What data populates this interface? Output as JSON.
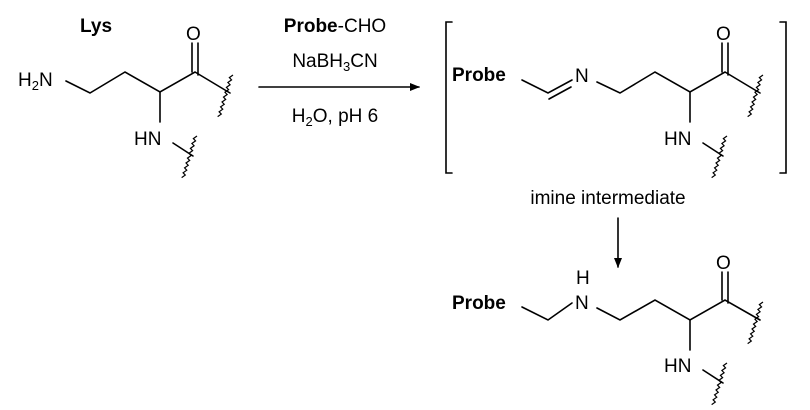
{
  "reactant": {
    "title": "Lys",
    "amine": {
      "main": "H",
      "sub": "2",
      "rest": "N"
    },
    "oxygen": "O",
    "nh": "HN"
  },
  "conditions": {
    "reagent1_bold": "Probe",
    "reagent1_rest": "-CHO",
    "reagent2": {
      "a": "NaBH",
      "sub": "3",
      "b": "CN"
    },
    "solvent": {
      "a": "H",
      "sub": "2",
      "b": "O, pH 6"
    }
  },
  "intermediate": {
    "probe": "Probe",
    "imine_n": "N",
    "oxygen": "O",
    "nh": "HN",
    "caption": "imine intermediate"
  },
  "product": {
    "probe": "Probe",
    "amine_h": "H",
    "amine_n": "N",
    "oxygen": "O",
    "nh": "HN"
  }
}
